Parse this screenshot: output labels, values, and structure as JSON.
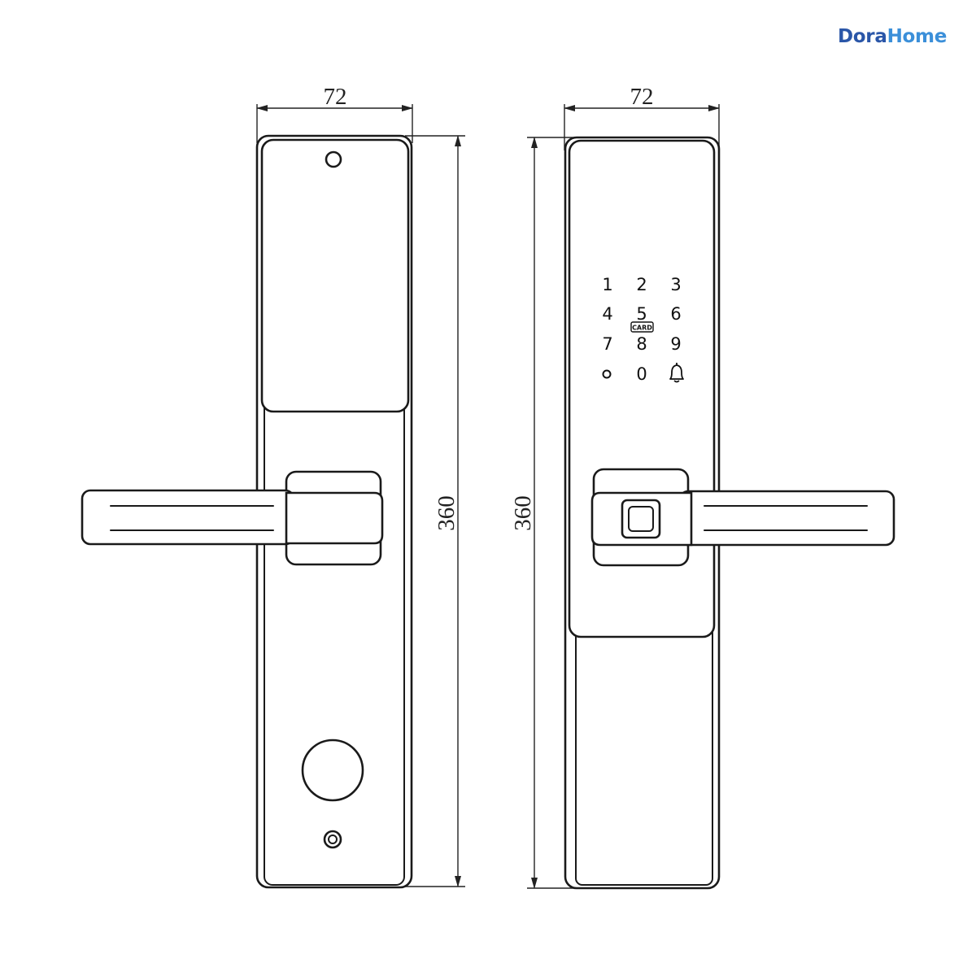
{
  "brand": {
    "part1": "Dora",
    "part2": "Home",
    "color_dark": "#2a56a8",
    "color_light": "#3b8fd9"
  },
  "front_view": {
    "width_label": "72",
    "height_label": "360"
  },
  "back_view": {
    "width_label": "72",
    "height_label": "360"
  },
  "keypad": {
    "keys": [
      "1",
      "2",
      "3",
      "4",
      "5",
      "6",
      "7",
      "8",
      "9",
      "0"
    ],
    "card_label": "CARD",
    "extra_icons": [
      "circle-indicator-icon",
      "bell-icon"
    ]
  },
  "line_color": "#1a1a1a"
}
